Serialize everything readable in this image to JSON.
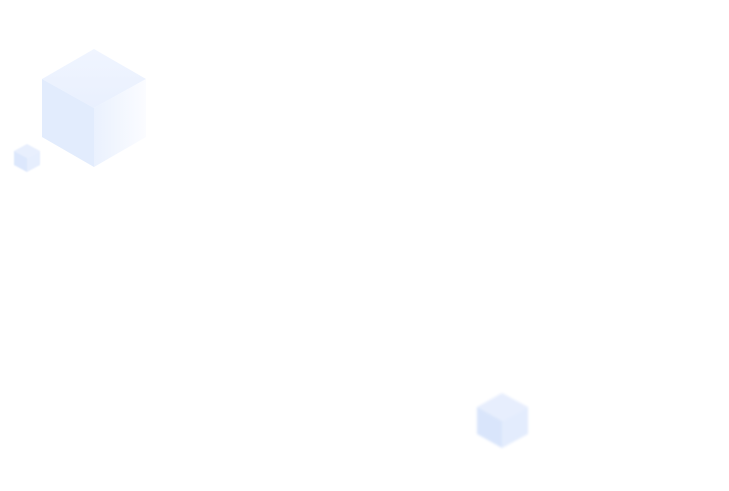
{
  "background": {
    "color": "#ffffff",
    "decorations": [
      {
        "name": "large-cube",
        "icon": "cube-icon",
        "color": "#e3edfd"
      },
      {
        "name": "small-cube",
        "icon": "cube-icon",
        "color": "#dde8fc"
      },
      {
        "name": "blurred-cube",
        "icon": "cube-icon",
        "color": "#dbe6fb"
      }
    ]
  }
}
